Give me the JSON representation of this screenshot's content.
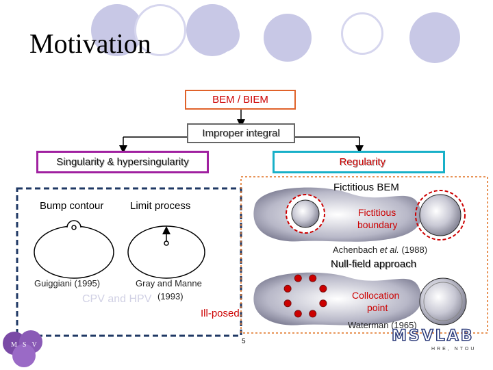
{
  "slide": {
    "title": "Motivation",
    "page_number": "5"
  },
  "boxes": {
    "bem": "BEM / BIEM",
    "improper": "Improper integral",
    "singularity": "Singularity & hypersingularity",
    "regularity": "Regularity"
  },
  "left_panel": {
    "bump_contour": "Bump contour",
    "limit_process": "Limit process",
    "guiggiani": "Guiggiani (1995)",
    "gray_manne": "Gray and Manne",
    "cpv_hpv": "CPV and HPV",
    "gray_year": "(1993)"
  },
  "ill_posed": "Ill-posed",
  "right_panel": {
    "fictitious_bem": "Fictitious BEM",
    "fictitious_boundary_1": "Fictitious",
    "fictitious_boundary_2": "boundary",
    "achenbach_prefix": "Achenbach ",
    "achenbach_etal": "et al.",
    "achenbach_year": " (1988)",
    "null_field": "Null-field approach",
    "collocation_1": "Collocation",
    "collocation_2": "point",
    "waterman": "Waterman (1965)"
  },
  "logos": {
    "msvlab": "MSVLAB",
    "msvlab_sub": "HRE, NTOU",
    "left_logo_letters": "MSV"
  },
  "colors": {
    "deco_circle": "#c8c8e6",
    "bem_border": "#e0622a",
    "singularity_border": "#a020a0",
    "regularity_border": "#18b0c8",
    "left_panel_border": "#1f3864",
    "right_panel_border": "#e07020",
    "red_text": "#cc0000"
  }
}
